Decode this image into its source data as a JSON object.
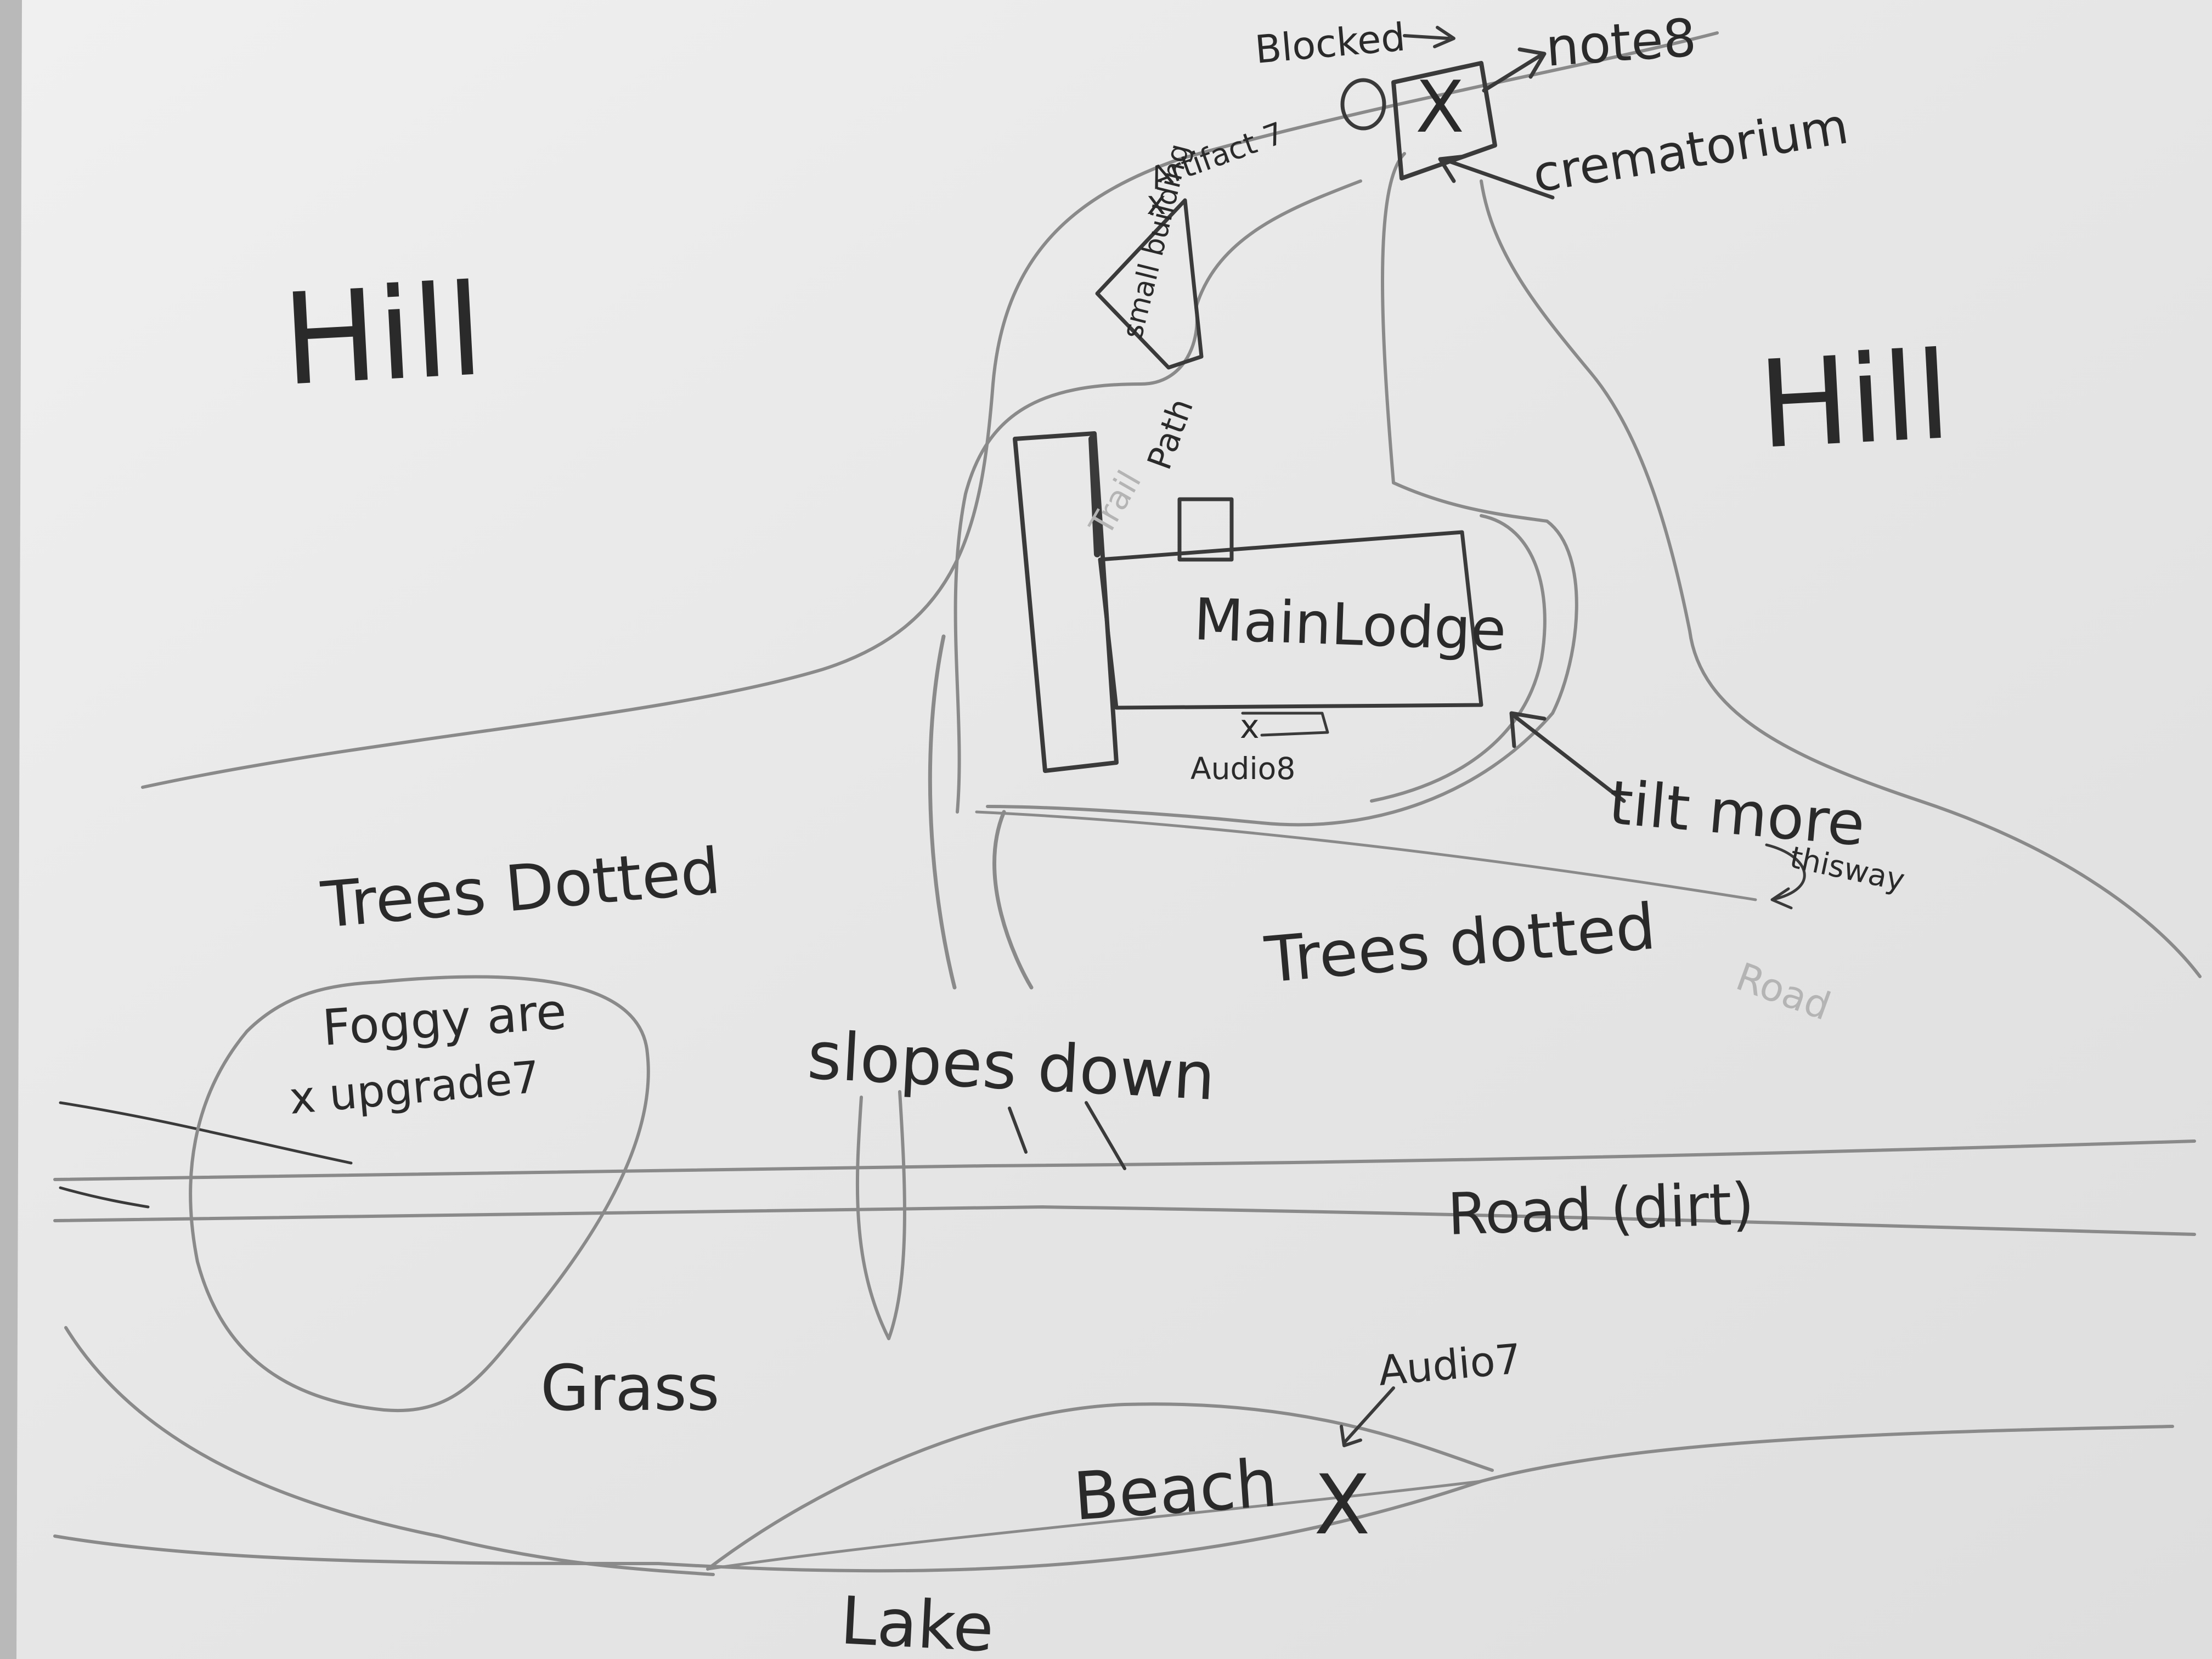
{
  "labels": {
    "hill_left": "Hill",
    "hill_right": "Hill",
    "blocked": "Blocked",
    "note8": "note8",
    "crematorium": "crematorium",
    "artifact7": "Artifact 7",
    "small_building": "small building",
    "path": "Path",
    "trail": "Trail",
    "main_lodge": "MainLodge",
    "audio8": "Audio8",
    "tilt_more": "tilt more",
    "this_way": "thisway",
    "trees_dotted_left": "Trees Dotted",
    "trees_dotted_right": "Trees dotted",
    "road_faint": "Road",
    "foggy_area": "Foggy are",
    "upgrade7": "x upgrade7",
    "slopes_down": "slopes down",
    "road_dirt": "Road (dirt)",
    "grass": "Grass",
    "audio7": "Audio7",
    "beach": "Beach",
    "lake": "Lake"
  },
  "colors": {
    "paper": "#ebebeb",
    "ink": "#2a2a2a",
    "pencil": "#8a8a8a",
    "background": "#bdbdbd"
  }
}
